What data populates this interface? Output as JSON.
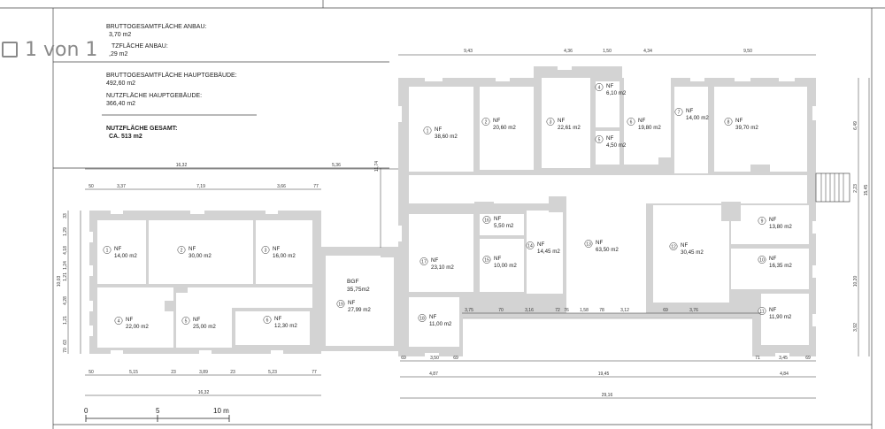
{
  "pager": {
    "label": "1 von 1"
  },
  "summary": {
    "brutto_anbau_label": "BRUTTOGESAMTFLÄCHE ANBAU:",
    "brutto_anbau_value": "3,70 m2",
    "nutz_anbau_label": "TZFLÄCHE ANBAU:",
    "nutz_anbau_value": ",29 m2",
    "brutto_haupt_label": "BRUTTOGESAMTFLÄCHE HAUPTGEBÄUDE:",
    "brutto_haupt_value": "492,60 m2",
    "nutz_haupt_label": "NUTZFLÄCHE HAUPTGEBÄUDE:",
    "nutz_haupt_value": "366,40 m2",
    "gesamt_label": "NUTZFLÄCHE GESAMT:",
    "gesamt_value": "CA. 513 m2"
  },
  "rooms": [
    {
      "num": "1",
      "label": "NF",
      "area": "38,60 m2"
    },
    {
      "num": "2",
      "label": "NF",
      "area": "20,60 m2"
    },
    {
      "num": "3",
      "label": "NF",
      "area": "22,61 m2"
    },
    {
      "num": "4",
      "label": "NF",
      "area": "6,10 m2"
    },
    {
      "num": "5",
      "label": "NF",
      "area": "4,50 m2"
    },
    {
      "num": "6",
      "label": "NF",
      "area": "19,80 m2"
    },
    {
      "num": "7",
      "label": "NF",
      "area": "14,00 m2"
    },
    {
      "num": "8",
      "label": "NF",
      "area": "39,70 m2"
    },
    {
      "num": "9",
      "label": "NF",
      "area": "13,80 m2"
    },
    {
      "num": "10",
      "label": "NF",
      "area": "16,35 m2"
    },
    {
      "num": "11",
      "label": "NF",
      "area": "11,90 m2"
    },
    {
      "num": "12",
      "label": "NF",
      "area": "30,45 m2"
    },
    {
      "num": "13",
      "label": "NF",
      "area": "63,50 m2"
    },
    {
      "num": "14",
      "label": "NF",
      "area": "14,45 m2"
    },
    {
      "num": "15",
      "label": "NF",
      "area": "10,00 m2"
    },
    {
      "num": "16",
      "label": "NF",
      "area": "5,50 m2"
    },
    {
      "num": "17",
      "label": "NF",
      "area": "23,10 m2"
    },
    {
      "num": "18",
      "label": "NF",
      "area": "11,00 m2"
    },
    {
      "num": "19",
      "label": "NF",
      "area": "27,99 m2"
    }
  ],
  "annex_rooms": [
    {
      "num": "1",
      "label": "NF",
      "area": "14,00 m2"
    },
    {
      "num": "2",
      "label": "NF",
      "area": "30,00 m2"
    },
    {
      "num": "3",
      "label": "NF",
      "area": "16,00 m2"
    },
    {
      "num": "4",
      "label": "NF",
      "area": "22,00 m2"
    },
    {
      "num": "5",
      "label": "NF",
      "area": "25,00 m2"
    },
    {
      "num": "6",
      "label": "NF",
      "area": "12,30 m2"
    }
  ],
  "connector": {
    "bgf_label": "BGF",
    "bgf_area": "35,75m2"
  },
  "dims": {
    "top_main": [
      "9,43",
      "4,36",
      "1,50",
      "4,34",
      "9,50"
    ],
    "annex_total_top": "16,32",
    "annex_gap": "5,36",
    "annex_vert": "11,74",
    "annex_top_row": [
      "50",
      "3,37",
      "7,19",
      "3,66",
      "77"
    ],
    "annex_bottom_row": [
      "50",
      "5,15",
      "23",
      "3,89",
      "23",
      "5,23",
      "77"
    ],
    "annex_total_bottom": "16,32",
    "annex_left_col": [
      "33",
      "1,29",
      "4,18",
      "1,24",
      "1,21",
      "4,28",
      "1,21",
      "63",
      "70"
    ],
    "annex_left_total": "10,03",
    "mid_row": [
      "3,75",
      "70",
      "3,16",
      "72",
      "76",
      "1,58",
      "78",
      "3,12",
      "69",
      "3,76"
    ],
    "bottom_main": [
      "69",
      "3,50",
      "69",
      "71",
      "3,45",
      "69"
    ],
    "bottom_main_2": [
      "4,87",
      "19,45",
      "4,84"
    ],
    "bottom_main_total": "29,16",
    "right_col": [
      "6,49",
      "2,23",
      "10,20",
      "3,92"
    ],
    "right_total": "15,45"
  },
  "scale": {
    "labels": [
      "0",
      "5",
      "10 m"
    ]
  }
}
